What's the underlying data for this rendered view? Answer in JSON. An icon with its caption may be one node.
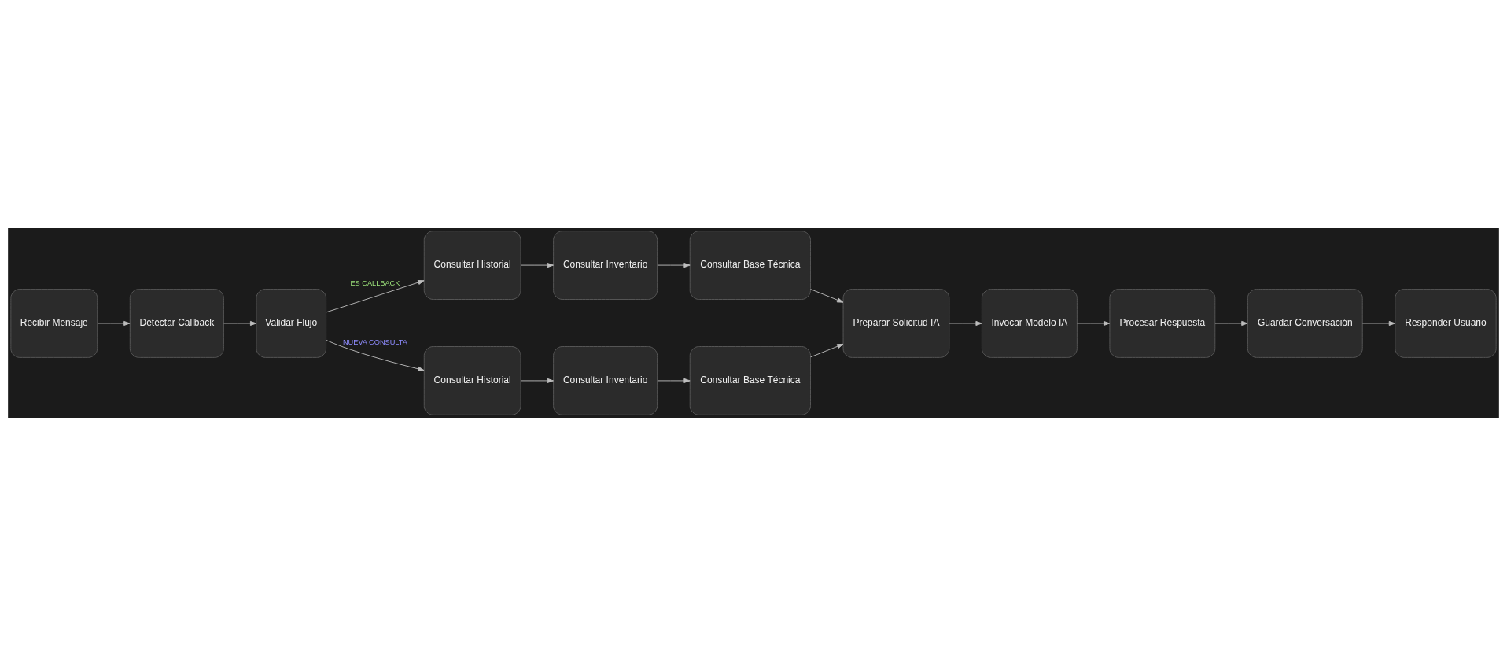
{
  "diagram": {
    "nodes": [
      {
        "text": [
          "Recibir Mensaje"
        ]
      },
      {
        "text": [
          "Detectar Callback"
        ]
      },
      {
        "text": [
          "Validar Flujo"
        ]
      },
      {
        "text": [
          "Consultar Historial"
        ]
      },
      {
        "text": [
          "Consultar Inventario"
        ]
      },
      {
        "text": [
          "Consultar Base Técnica"
        ]
      },
      {
        "text": [
          "Consultar Historial"
        ]
      },
      {
        "text": [
          "Consultar Inventario"
        ]
      },
      {
        "text": [
          "Consultar Base Técnica"
        ]
      },
      {
        "text": [
          "Preparar Solicitud IA"
        ]
      },
      {
        "text": [
          "Invocar Modelo IA"
        ]
      },
      {
        "text": [
          "Procesar Respuesta"
        ]
      },
      {
        "text": [
          "Guardar Conversación"
        ]
      },
      {
        "text": [
          "Responder Usuario"
        ]
      }
    ],
    "edges": [
      {
        "from": 0,
        "to": 1,
        "arrow": "to"
      },
      {
        "from": 1,
        "to": 2,
        "arrow": "to"
      },
      {
        "from": 2,
        "to": 3,
        "arrow": "to",
        "label": "ES CALLBACK"
      },
      {
        "from": 2,
        "to": 6,
        "arrow": "to",
        "label": "NUEVA CONSULTA"
      },
      {
        "from": 3,
        "to": 4,
        "arrow": "to"
      },
      {
        "from": 4,
        "to": 5,
        "arrow": "to"
      },
      {
        "from": 6,
        "to": 7,
        "arrow": "to"
      },
      {
        "from": 7,
        "to": 8,
        "arrow": "to"
      },
      {
        "from": 5,
        "to": 9,
        "arrow": "to"
      },
      {
        "from": 8,
        "to": 9,
        "arrow": "to"
      },
      {
        "from": 9,
        "to": 10,
        "arrow": "to"
      },
      {
        "from": 10,
        "to": 11,
        "arrow": "to"
      },
      {
        "from": 11,
        "to": 12,
        "arrow": "to"
      },
      {
        "from": 12,
        "to": 13,
        "arrow": "to"
      }
    ]
  }
}
